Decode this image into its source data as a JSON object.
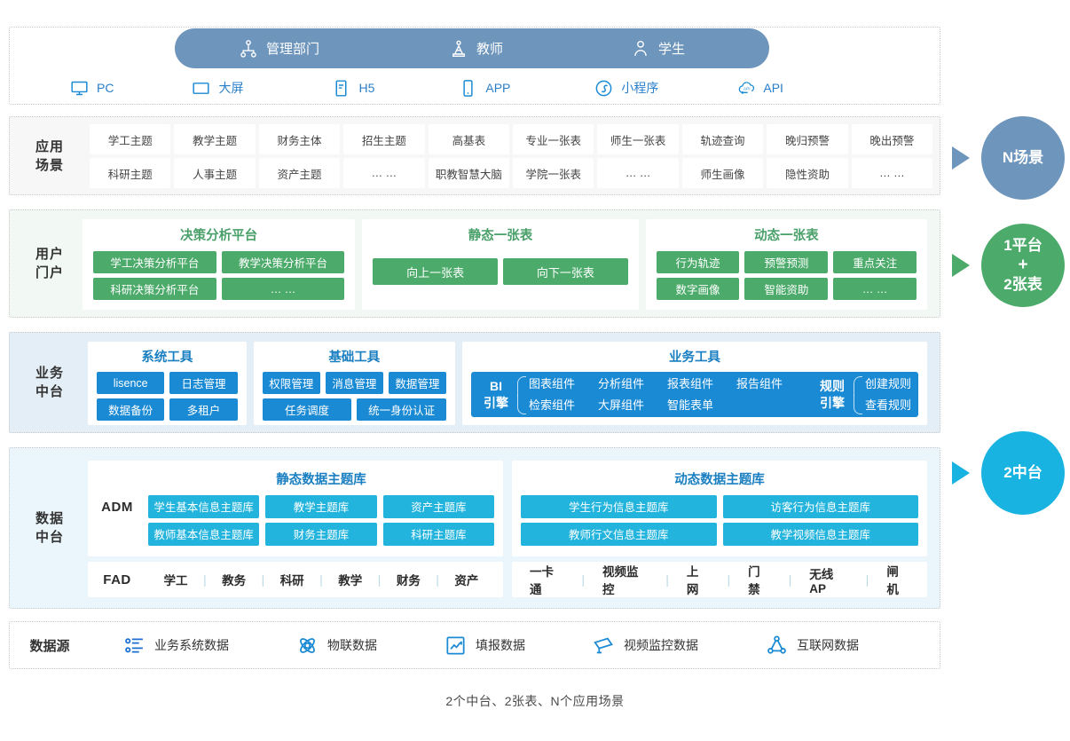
{
  "access": {
    "roles": [
      {
        "label": "管理部门",
        "icon": "org-chart-icon"
      },
      {
        "label": "教师",
        "icon": "teacher-icon"
      },
      {
        "label": "学生",
        "icon": "student-icon"
      }
    ],
    "channels": [
      {
        "label": "PC",
        "icon": "monitor-icon"
      },
      {
        "label": "大屏",
        "icon": "big-screen-icon"
      },
      {
        "label": "H5",
        "icon": "h5-icon"
      },
      {
        "label": "APP",
        "icon": "mobile-app-icon"
      },
      {
        "label": "小程序",
        "icon": "mini-program-icon"
      },
      {
        "label": "API",
        "icon": "api-cloud-icon"
      }
    ]
  },
  "scenario": {
    "label": "应用\n场景",
    "label_line1": "应用",
    "label_line2": "场景",
    "rows": [
      [
        "学工主题",
        "教学主题",
        "财务主体",
        "招生主题",
        "高基表",
        "专业一张表",
        "师生一张表",
        "轨迹查询",
        "晚归预警",
        "晚出预警"
      ],
      [
        "科研主题",
        "人事主题",
        "资产主题",
        "… …",
        "职教智慧大脑",
        "学院一张表",
        "… …",
        "师生画像",
        "隐性资助",
        "… …"
      ]
    ]
  },
  "portal": {
    "label_line1": "用户",
    "label_line2": "门户",
    "groups": [
      {
        "title": "决策分析平台",
        "rows": [
          [
            "学工决策分析平台",
            "教学决策分析平台"
          ],
          [
            "科研决策分析平台",
            "… …"
          ]
        ]
      },
      {
        "title": "静态一张表",
        "rows": [
          [
            "向上一张表",
            "向下一张表"
          ]
        ]
      },
      {
        "title": "动态一张表",
        "rows": [
          [
            "行为轨迹",
            "预警预测",
            "重点关注"
          ],
          [
            "数字画像",
            "智能资助",
            "… …"
          ]
        ]
      }
    ]
  },
  "business": {
    "label_line1": "业务",
    "label_line2": "中台",
    "groups": [
      {
        "title": "系统工具",
        "rows": [
          [
            "lisence",
            "日志管理"
          ],
          [
            "数据备份",
            "多租户"
          ]
        ]
      },
      {
        "title": "基础工具",
        "rows": [
          [
            "权限管理",
            "消息管理",
            "数据管理"
          ],
          [
            "任务调度",
            "统一身份认证"
          ]
        ]
      }
    ],
    "biz_tools": {
      "title": "业务工具",
      "engines": [
        {
          "name_line1": "BI",
          "name_line2": "引擎",
          "rows": [
            [
              "图表组件",
              "分析组件",
              "报表组件",
              "报告组件"
            ],
            [
              "检索组件",
              "大屏组件",
              "智能表单",
              ""
            ]
          ]
        },
        {
          "name_line1": "规则",
          "name_line2": "引擎",
          "rows": [
            [
              "创建规则"
            ],
            [
              "查看规则"
            ]
          ]
        }
      ]
    }
  },
  "dataplatform": {
    "label_line1": "数据",
    "label_line2": "中台",
    "static": {
      "title": "静态数据主题库",
      "layer_key": "ADM",
      "rows": [
        [
          "学生基本信息主题库",
          "教学主题库",
          "资产主题库"
        ],
        [
          "教师基本信息主题库",
          "财务主题库",
          "科研主题库"
        ]
      ],
      "foot_key": "FAD",
      "foot_items": [
        "学工",
        "教务",
        "科研",
        "教学",
        "财务",
        "资产"
      ]
    },
    "dynamic": {
      "title": "动态数据主题库",
      "rows": [
        [
          "学生行为信息主题库",
          "访客行为信息主题库"
        ],
        [
          "教师行文信息主题库",
          "教学视频信息主题库"
        ]
      ],
      "foot_items": [
        "一卡通",
        "视频监控",
        "上网",
        "门禁",
        "无线AP",
        "闸机"
      ]
    }
  },
  "source": {
    "label": "数据源",
    "items": [
      {
        "label": "业务系统数据",
        "icon": "list-settings-icon"
      },
      {
        "label": "物联数据",
        "icon": "iot-atom-icon"
      },
      {
        "label": "填报数据",
        "icon": "chart-form-icon"
      },
      {
        "label": "视频监控数据",
        "icon": "cctv-camera-icon"
      },
      {
        "label": "互联网数据",
        "icon": "network-share-icon"
      }
    ]
  },
  "badges": [
    {
      "name": "scene",
      "lines": [
        "N场景"
      ],
      "color": "#6e95bb"
    },
    {
      "name": "portal",
      "lines": [
        "1平台",
        "+",
        "2张表"
      ],
      "color": "#4cab6b"
    },
    {
      "name": "middle",
      "lines": [
        "2中台"
      ],
      "color": "#18b3e0"
    }
  ],
  "caption": "2个中台、2张表、N个应用场景",
  "colors": {
    "role_bar": "#6e95bb",
    "channel_text": "#2a7fc9",
    "green_tag": "#4cab6b",
    "blue_tag": "#1a8ad4",
    "cyan_tag": "#22b4dd",
    "scenario_bg": "#f7f7f7",
    "portal_bg": "#f2f8f3",
    "business_bg": "#e4eef6",
    "data_bg": "#eaf6fb"
  }
}
